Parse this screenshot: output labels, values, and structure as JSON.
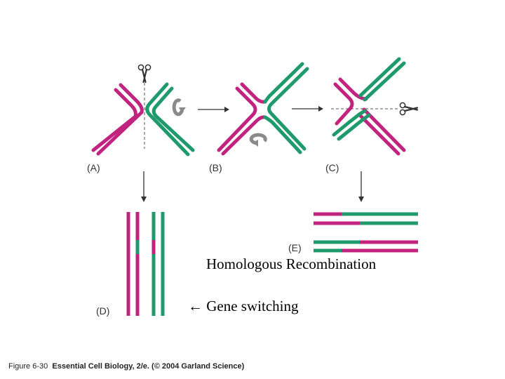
{
  "colors": {
    "magenta": "#c2237e",
    "green": "#1f9a6d",
    "arrow": "#333333",
    "dashed": "#555555",
    "rotate_arrow": "#8a8a8a"
  },
  "icons": [
    "scissors-icon",
    "rotation-arrow-icon"
  ],
  "panels": {
    "a": "(A)",
    "b": "(B)",
    "c": "(C)",
    "d": "(D)",
    "e": "(E)"
  },
  "captions": {
    "homologous": "Homologous Recombination",
    "gene_switching": "Gene switching",
    "gene_switching_arrow": "←"
  },
  "credit": {
    "figure": "Figure 6-30",
    "book": "Essential Cell Biology, 2/e.",
    "copyright": "(© 2004 Garland Science)"
  }
}
